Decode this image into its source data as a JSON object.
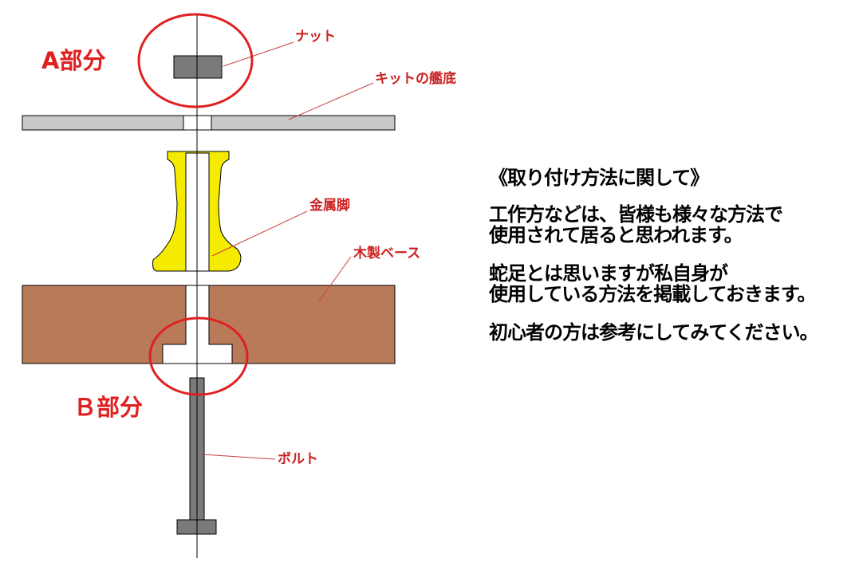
{
  "colors": {
    "annotation_red": "#e02020",
    "callout_text": "#cc2222",
    "hull": "#c8c8c8",
    "wood": "#b87a58",
    "brass": "#f5eb00",
    "metal": "#7a7a7a",
    "outline": "#000000"
  },
  "labels": {
    "part_a": "A部分",
    "part_b": "Ｂ部分",
    "nut": "ナット",
    "hull_bottom": "キットの艦底",
    "metal_leg": "金属脚",
    "wood_base": "木製ベース",
    "bolt": "ボルト"
  },
  "notes": {
    "title": "《取り付け方法に関して》",
    "para1": [
      "工作方などは、皆様も様々な方法で",
      "使用されて居ると思われます。"
    ],
    "para2": [
      "蛇足とは思いますが私自身が",
      "使用している方法を掲載しておきます。"
    ],
    "para3": [
      "初心者の方は参考にしてみてください。"
    ]
  }
}
